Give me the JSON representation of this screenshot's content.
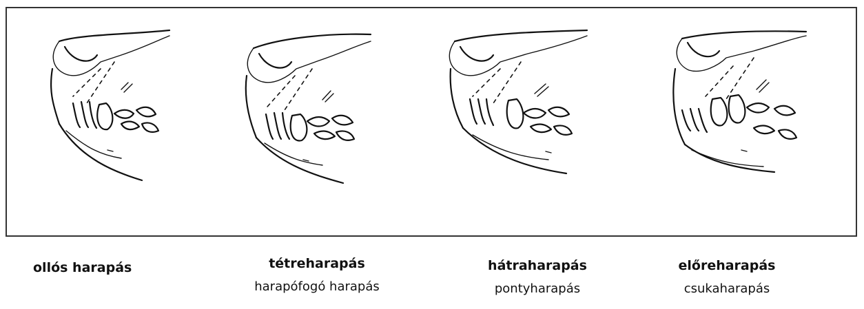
{
  "panels": [
    {
      "title": "ollós harapás",
      "subtitle": ""
    },
    {
      "title": "tétreharapás",
      "subtitle": "harapófogó harapás"
    },
    {
      "title": "hátraharapás",
      "subtitle": "pontyharapás"
    },
    {
      "title": "előreharapás",
      "subtitle": "csukaharapás"
    }
  ]
}
